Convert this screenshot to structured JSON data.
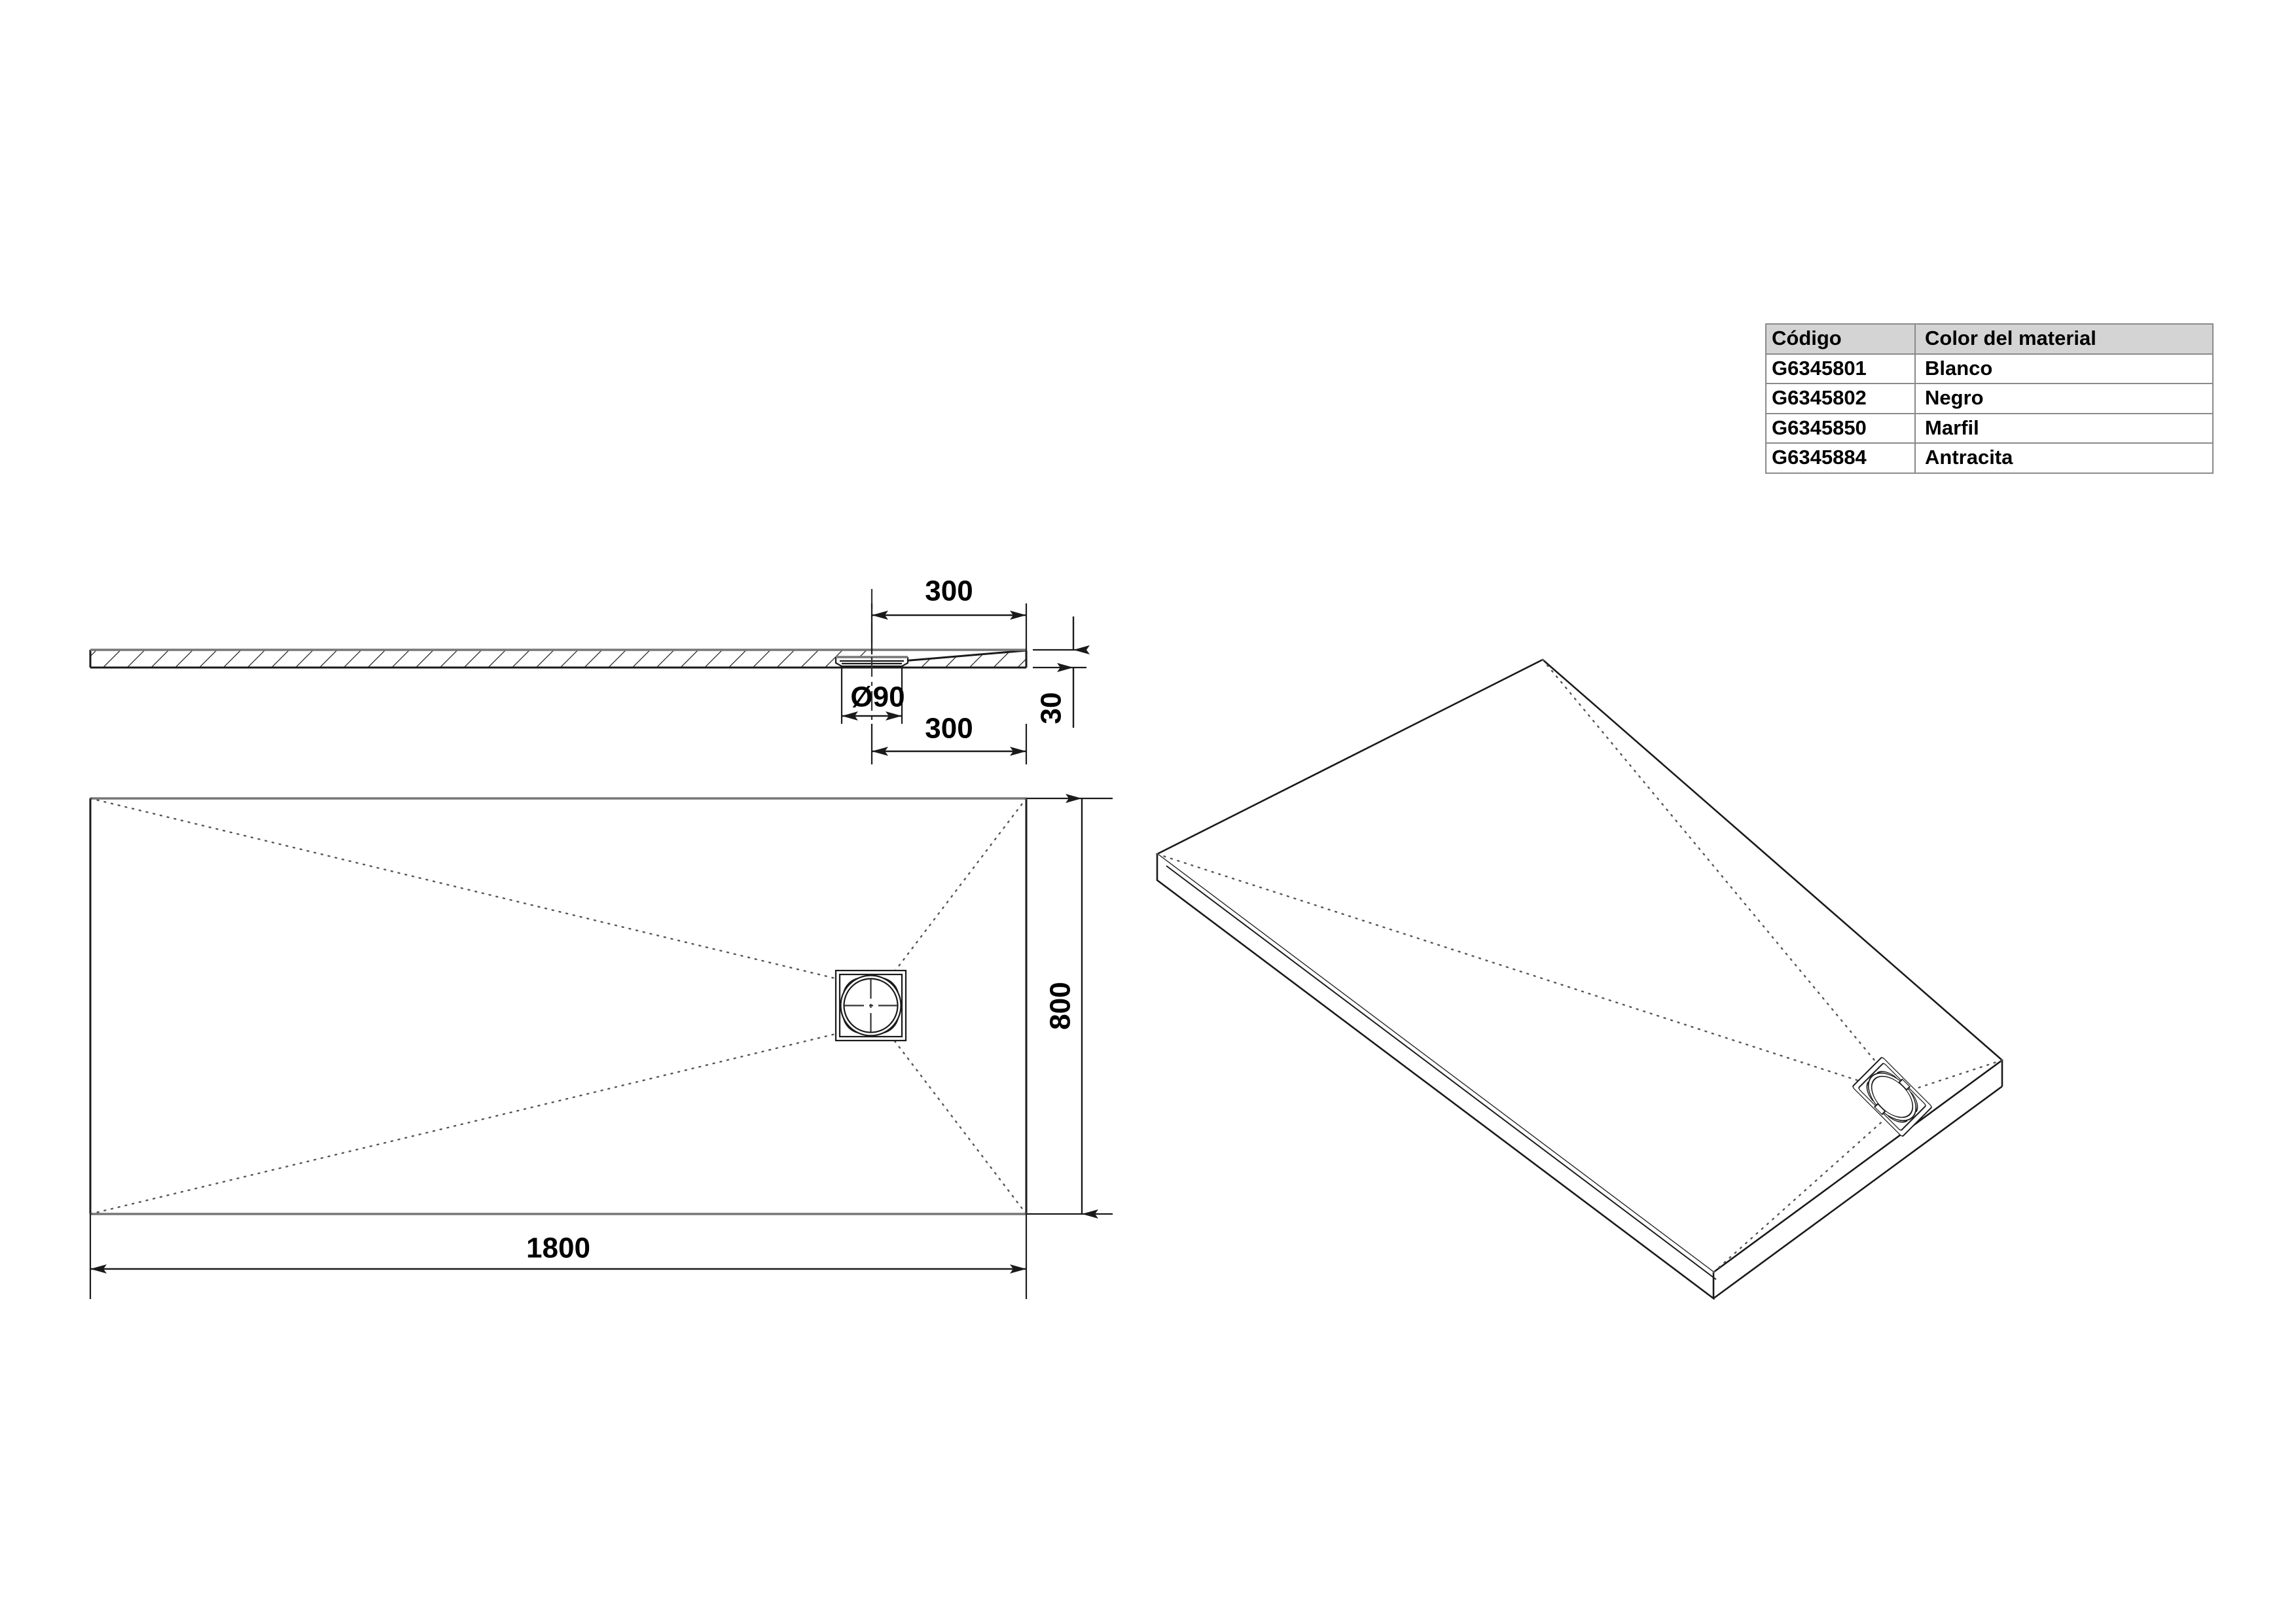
{
  "document": {
    "type": "technical-drawing",
    "subject": "shower tray",
    "units": "mm"
  },
  "spec_table": {
    "headers": [
      "Código",
      "Color del material"
    ],
    "rows": [
      {
        "code": "G6345801",
        "color": "Blanco"
      },
      {
        "code": "G6345802",
        "color": "Negro"
      },
      {
        "code": "G6345850",
        "color": "Marfil"
      },
      {
        "code": "G6345884",
        "color": "Antracita"
      }
    ],
    "header_fill": "#d4d4d4",
    "border_color": "#8a8a8a"
  },
  "views": {
    "section": {
      "name": "section-view",
      "dimensions": {
        "drain_offset_top": "300",
        "drain_offset_bottom": "300",
        "drain_diameter": "Ø90",
        "thickness": "30"
      }
    },
    "plan": {
      "name": "plan-view",
      "dimensions": {
        "length": "1800",
        "width": "800"
      }
    },
    "isometric": {
      "name": "isometric-view"
    }
  },
  "colors": {
    "line": "#1a1a1a",
    "edge_gray": "#777777",
    "dotted": "#555555",
    "background": "#ffffff"
  }
}
